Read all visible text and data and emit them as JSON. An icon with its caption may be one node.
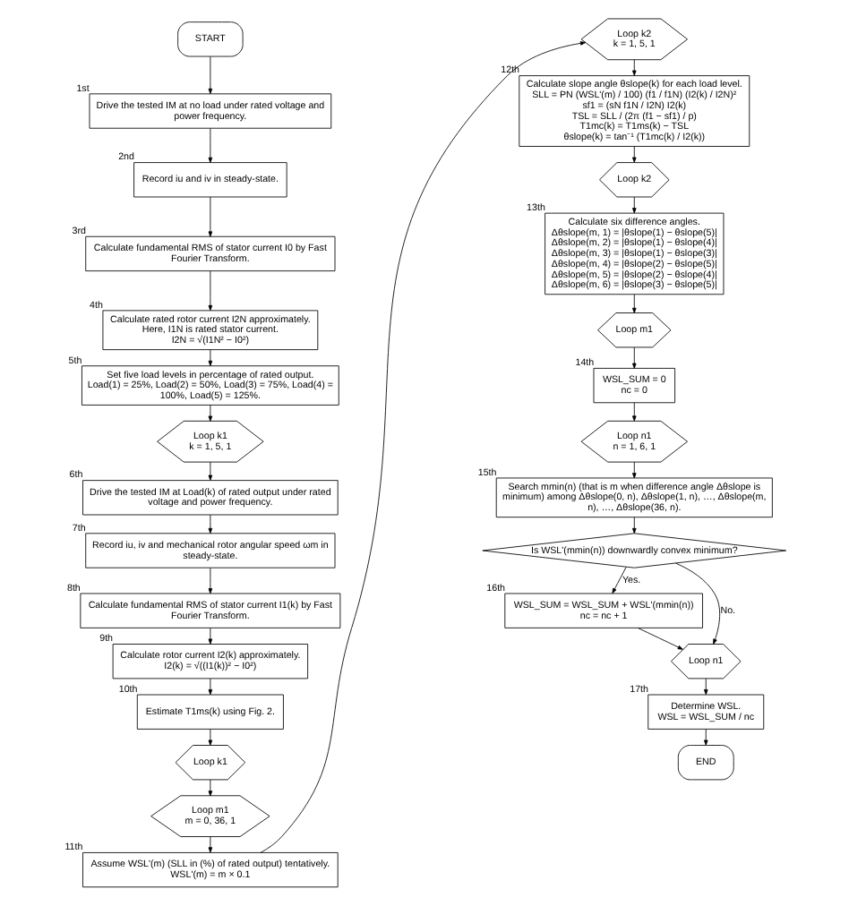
{
  "diagram": {
    "nodes": [
      {
        "text": [
          "START"
        ]
      },
      {
        "text": [
          "Drive the tested IM at no load under rated voltage and power frequency."
        ],
        "beside": [
          "1st"
        ]
      },
      {
        "text": [
          "Record iu and iv in steady-state."
        ],
        "beside": [
          "2nd"
        ]
      },
      {
        "text": [
          "Calculate fundamental RMS of stator current I0 by Fast Fourier Transform."
        ],
        "beside": [
          "3rd"
        ]
      },
      {
        "text": [
          "Calculate rated rotor current I2N approximately.",
          "Here, I1N is rated stator current.",
          "I2N = √(I1N² − I0²)"
        ],
        "beside": [
          "4th"
        ]
      },
      {
        "text": [
          "Set five load levels in percentage of rated output.",
          "Load(1) = 25%, Load(2) = 50%, Load(3) = 75%, Load(4) = 100%, Load(5) = 125%."
        ],
        "beside": [
          "5th"
        ]
      },
      {
        "text": [
          "Loop k1",
          "k = 1, 5, 1"
        ]
      },
      {
        "text": [
          "Drive the tested IM at Load(k) of rated output under rated voltage and power frequency."
        ],
        "beside": [
          "6th"
        ]
      },
      {
        "text": [
          "Record iu, iv and mechanical rotor angular speed ωm in steady-state."
        ],
        "beside": [
          "7th"
        ]
      },
      {
        "text": [
          "Calculate fundamental RMS of stator current I1(k) by Fast Fourier Transform."
        ],
        "beside": [
          "8th"
        ]
      },
      {
        "text": [
          "Calculate rotor current I2(k) approximately.",
          "I2(k) = √((I1(k))² − I0²)"
        ],
        "beside": [
          "9th"
        ]
      },
      {
        "text": [
          "Estimate T1ms(k) using Fig. 2."
        ],
        "beside": [
          "10th"
        ]
      },
      {
        "text": [
          "Loop k1"
        ]
      },
      {
        "text": [
          "Loop m1",
          "m = 0, 36, 1"
        ]
      },
      {
        "text": [
          "Assume WSL'(m) (SLL in (%) of rated output) tentatively.",
          "WSL'(m) = m × 0.1"
        ],
        "beside": [
          "11th"
        ]
      },
      {
        "text": [
          "Loop k2",
          "k = 1, 5, 1"
        ]
      },
      {
        "text": [
          "Calculate slope angle θslope(k) for each load level.",
          "SLL = PN (WSL'(m) / 100) (f1 / f1N) (I2(k) / I2N)²",
          "sf1 = (sN f1N / I2N) I2(k)",
          "TSL = SLL / (2π (f1 − sf1) / p)",
          "T1mc(k) = T1ms(k) − TSL",
          "θslope(k) = tan⁻¹ (T1mc(k) / I2(k))"
        ],
        "beside": [
          "12th"
        ]
      },
      {
        "text": [
          "Loop k2"
        ]
      },
      {
        "text": [
          "Calculate six difference angles.",
          "Δθslope(m, 1) = |θslope(1) − θslope(5)|",
          "Δθslope(m, 2) = |θslope(1) − θslope(4)|",
          "Δθslope(m, 3) = |θslope(1) − θslope(3)|",
          "Δθslope(m, 4) = |θslope(2) − θslope(5)|",
          "Δθslope(m, 5) = |θslope(2) − θslope(4)|",
          "Δθslope(m, 6) = |θslope(3) − θslope(5)|"
        ],
        "beside": [
          "13th"
        ]
      },
      {
        "text": [
          "Loop m1"
        ]
      },
      {
        "text": [
          "WSL_SUM = 0",
          "nc = 0"
        ],
        "beside": [
          "14th"
        ]
      },
      {
        "text": [
          "Loop n1",
          "n = 1, 6, 1"
        ]
      },
      {
        "text": [
          "Search mmin(n) (that is m when difference angle Δθslope is minimum) among Δθslope(0, n), Δθslope(1, n), …, Δθslope(m, n), …, Δθslope(36, n)."
        ],
        "beside": [
          "15th"
        ]
      },
      {
        "text": [
          "Is WSL'(mmin(n)) downwardly convex minimum?"
        ]
      },
      {
        "text": [
          "WSL_SUM = WSL_SUM + WSL'(mmin(n))",
          "nc = nc + 1"
        ],
        "beside": [
          "16th"
        ]
      },
      {
        "text": [
          "Loop n1"
        ]
      },
      {
        "text": [
          "Determine WSL.",
          "WSL = WSL_SUM / nc"
        ],
        "beside": [
          "17th"
        ]
      },
      {
        "text": [
          "END"
        ]
      }
    ],
    "edges": [
      {
        "from": 0,
        "to": 1,
        "arrow": "to"
      },
      {
        "from": 1,
        "to": 2,
        "arrow": "to"
      },
      {
        "from": 2,
        "to": 3,
        "arrow": "to"
      },
      {
        "from": 3,
        "to": 4,
        "arrow": "to"
      },
      {
        "from": 4,
        "to": 5,
        "arrow": "to"
      },
      {
        "from": 5,
        "to": 6,
        "arrow": "to"
      },
      {
        "from": 6,
        "to": 7,
        "arrow": "to"
      },
      {
        "from": 7,
        "to": 8,
        "arrow": "to"
      },
      {
        "from": 8,
        "to": 9,
        "arrow": "to"
      },
      {
        "from": 9,
        "to": 10,
        "arrow": "to"
      },
      {
        "from": 10,
        "to": 11,
        "arrow": "to"
      },
      {
        "from": 11,
        "to": 12,
        "arrow": "to"
      },
      {
        "from": 12,
        "to": 13,
        "arrow": "to"
      },
      {
        "from": 13,
        "to": 14,
        "arrow": "to"
      },
      {
        "from": 14,
        "to": 15,
        "arrow": "to"
      },
      {
        "from": 15,
        "to": 16,
        "arrow": "to"
      },
      {
        "from": 16,
        "to": 17,
        "arrow": "to"
      },
      {
        "from": 17,
        "to": 18,
        "arrow": "to"
      },
      {
        "from": 18,
        "to": 19,
        "arrow": "to"
      },
      {
        "from": 19,
        "to": 20,
        "arrow": "to"
      },
      {
        "from": 20,
        "to": 21,
        "arrow": "to"
      },
      {
        "from": 21,
        "to": 22,
        "arrow": "to"
      },
      {
        "from": 22,
        "to": 23,
        "arrow": "to"
      },
      {
        "from": 23,
        "to": 24,
        "arrow": "to",
        "label": "Yes."
      },
      {
        "from": 23,
        "to": 25,
        "arrow": "to",
        "label": "No."
      },
      {
        "from": 24,
        "to": 25,
        "arrow": "to"
      },
      {
        "from": 25,
        "to": 26,
        "arrow": "to"
      },
      {
        "from": 26,
        "to": 27,
        "arrow": "to"
      }
    ]
  }
}
